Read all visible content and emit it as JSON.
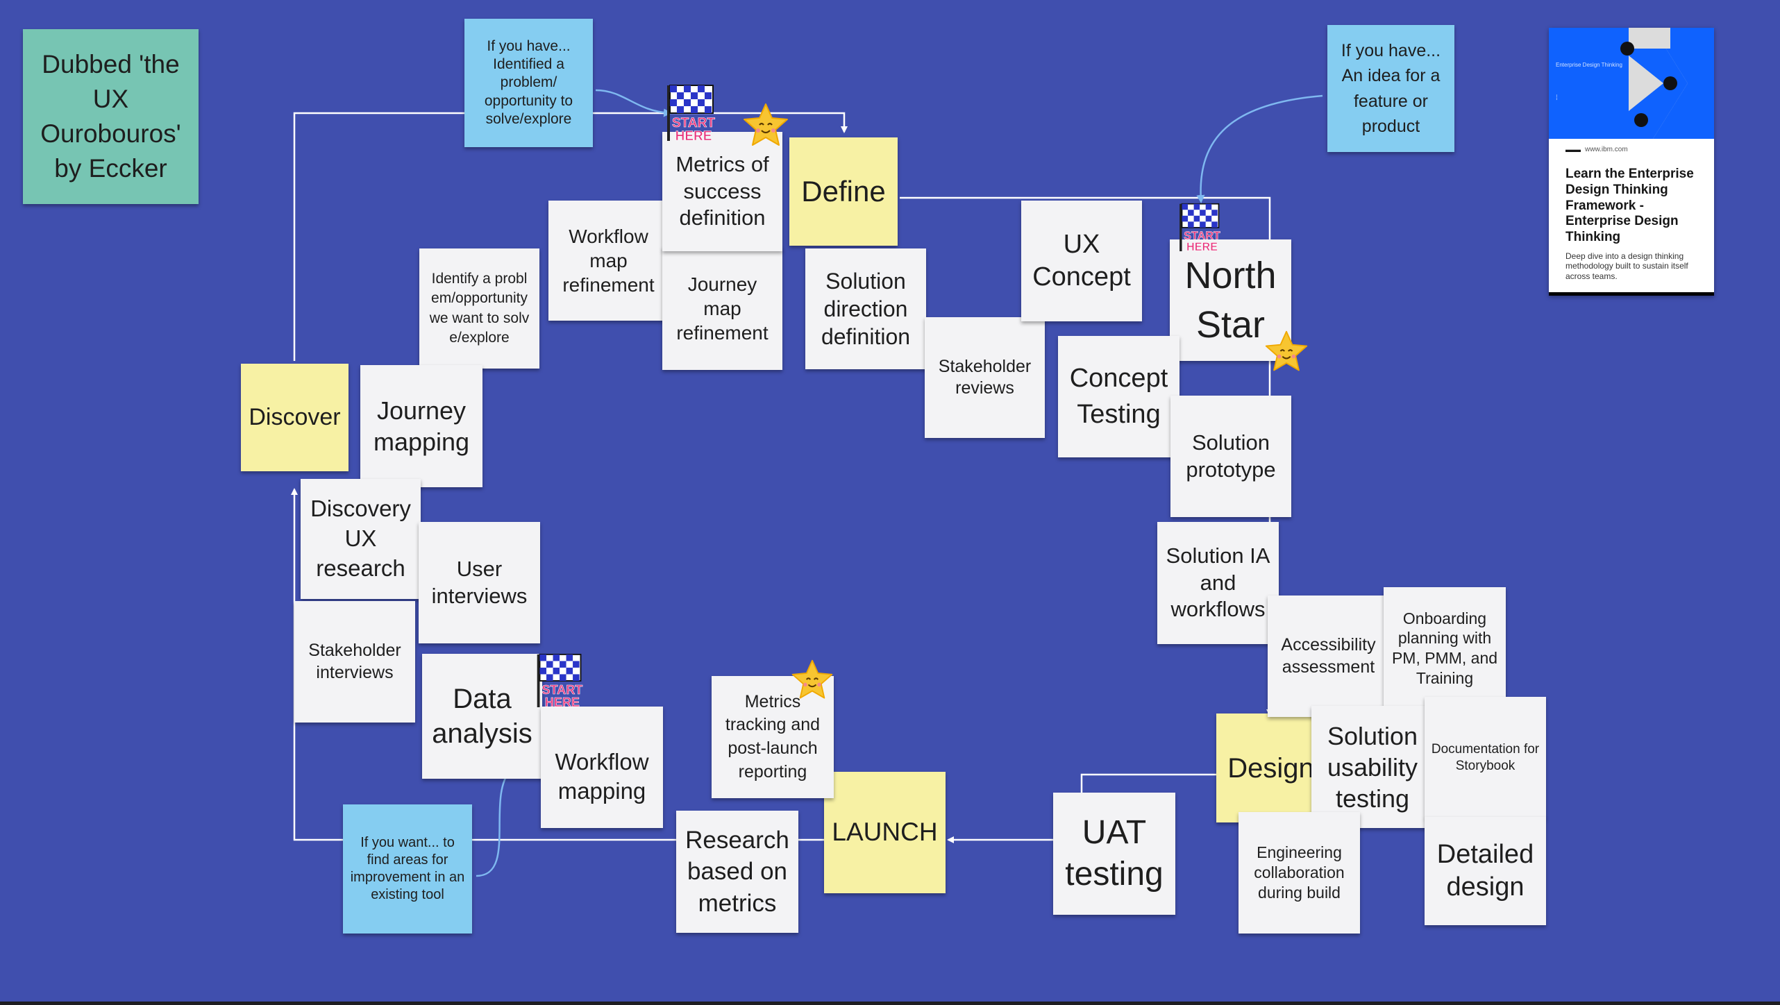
{
  "attribution": "Dubbed 'the UX Ourobouros' by Eccker",
  "prompts": {
    "problem": "If you have... Identified a problem/ opportunity to solve/explore",
    "idea": "If you have... An idea for a feature or product",
    "improve": "If you want... to find areas for improvement in an existing tool"
  },
  "phases": {
    "discover": "Discover",
    "define": "Define",
    "design": "Design",
    "launch": "LAUNCH"
  },
  "notes": {
    "metrics_definition": "Metrics of success definition",
    "workflow_map_refinement": "Workflow map refinement",
    "journey_map_refinement": "Journey map refinement",
    "identify_problem": "Identify a problem/opportunity we want to solve/explore",
    "journey_mapping": "Journey mapping",
    "solution_direction": "Solution direction definition",
    "stakeholder_reviews": "Stakeholder reviews",
    "ux_concept": "UX Concept",
    "north_star": "North Star",
    "concept_testing": "Concept Testing",
    "solution_prototype": "Solution prototype",
    "solution_ia": "Solution IA and workflows",
    "accessibility": "Accessibility assessment",
    "onboarding": "Onboarding planning with PM, PMM, and Training",
    "solution_usability": "Solution usability testing",
    "documentation": "Documentation for Storybook",
    "engineering": "Engineering collaboration during build",
    "detailed_design": "Detailed design",
    "uat": "UAT testing",
    "metrics_tracking": "Metrics tracking and post-launch reporting",
    "research_metrics": "Research based on metrics",
    "workflow_mapping": "Workflow mapping",
    "data_analysis": "Data analysis",
    "stakeholder_interviews": "Stakeholder interviews",
    "user_interviews": "User interviews",
    "discovery_research": "Discovery UX research"
  },
  "stickers": {
    "start_line1": "START",
    "start_line2": "HERE"
  },
  "link_card": {
    "thumb_title": "Enterprise Design Thinking",
    "domain": "www.ibm.com",
    "title": "Learn the Enterprise Design Thinking Framework - Enterprise Design Thinking",
    "description": "Deep dive into a design thinking methodology built to sustain itself across teams."
  },
  "colors": {
    "board": "#404fae",
    "white_note": "#f3f3f5",
    "yellow_note": "#f7f1a4",
    "blue_note": "#85cdf1",
    "teal_note": "#77c5b3",
    "connector": "#ffffff",
    "ibm_blue": "#0f62fe"
  }
}
